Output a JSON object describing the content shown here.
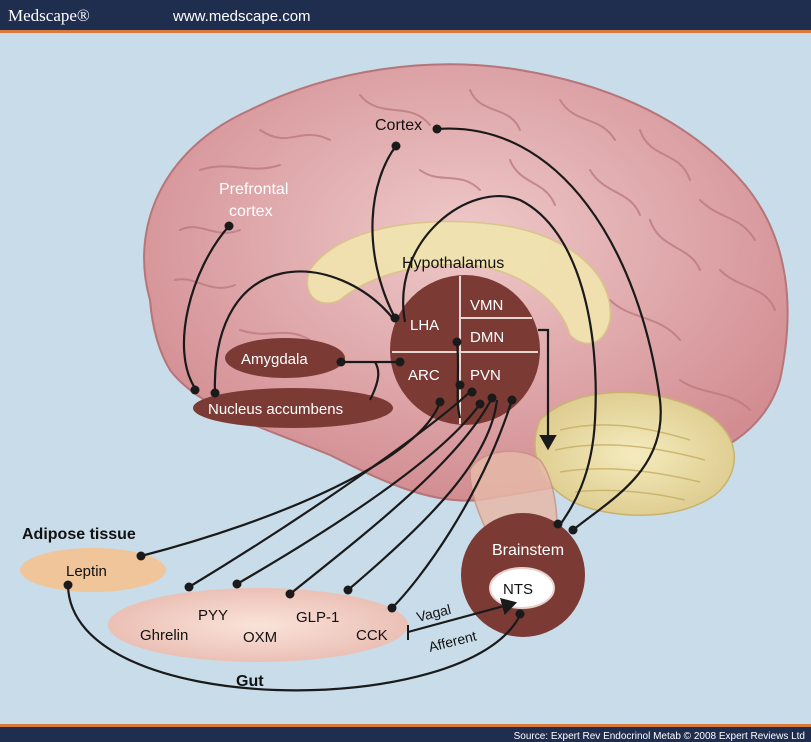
{
  "header": {
    "brand": "Medscape®",
    "url": "www.medscape.com"
  },
  "diagram": {
    "brain_regions": {
      "cortex": "Cortex",
      "prefrontal_line1": "Prefrontal",
      "prefrontal_line2": "cortex",
      "hypothalamus": "Hypothalamus",
      "lha": "LHA",
      "vmn": "VMN",
      "dmn": "DMN",
      "arc": "ARC",
      "pvn": "PVN",
      "amygdala": "Amygdala",
      "nucleus_accumbens": "Nucleus accumbens",
      "brainstem": "Brainstem",
      "nts": "NTS"
    },
    "periphery": {
      "adipose_tissue": "Adipose tissue",
      "leptin": "Leptin",
      "gut": "Gut",
      "ghrelin": "Ghrelin",
      "pyy": "PYY",
      "oxm": "OXM",
      "glp1": "GLP-1",
      "cck": "CCK",
      "vagal": "Vagal",
      "afferent": "Afferent"
    },
    "colors": {
      "background": "#c9dce9",
      "header_bar": "#1f2d4f",
      "accent_stripe": "#d77a3c",
      "brain_pink": "#dca3a6",
      "region_maroon": "#7b3a34",
      "cerebellum_yellow": "#e9dca0",
      "gut_pink": "#f2cfc4",
      "leptin_tan": "#f0c59a"
    }
  },
  "footer": {
    "source": "Source: Expert Rev Endocrinol Metab © 2008 Expert Reviews Ltd"
  }
}
